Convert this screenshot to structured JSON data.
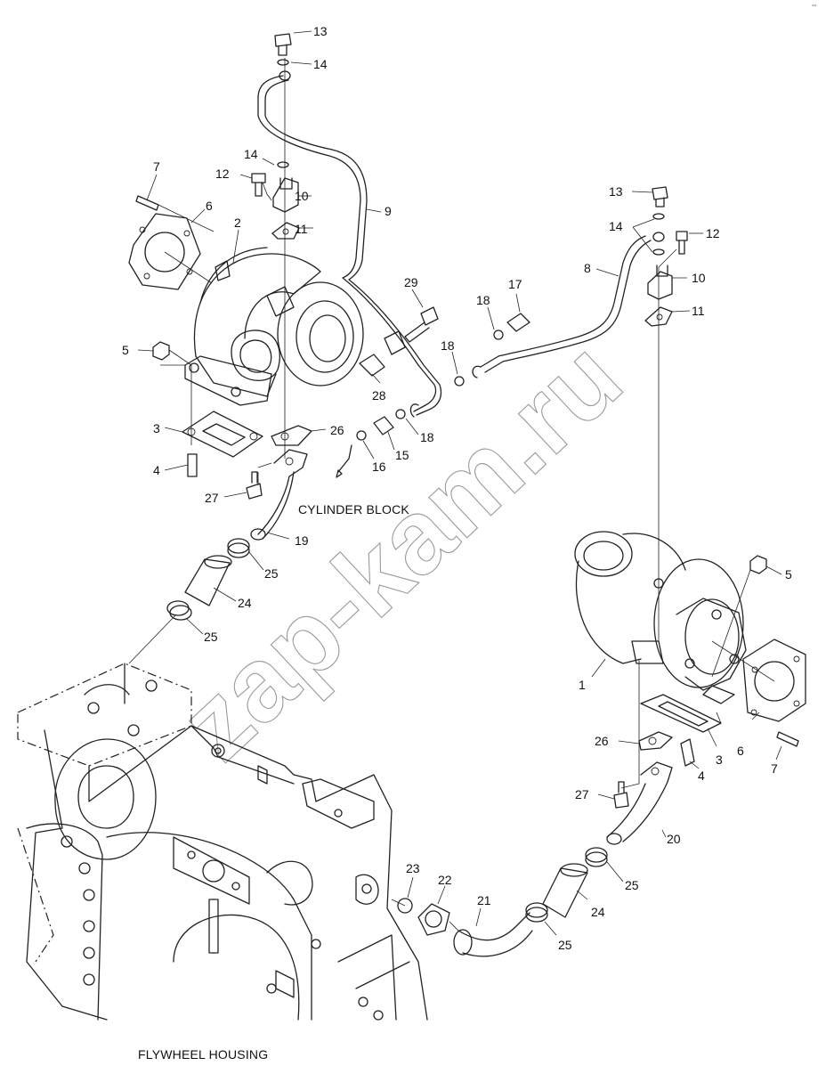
{
  "labels": {
    "cylinder_block": "CYLINDER BLOCK",
    "flywheel_housing": "FLYWHEEL HOUSING"
  },
  "watermark": "zap-kam.ru",
  "corner_mark": "°°",
  "callouts": [
    "13",
    "14",
    "14",
    "12",
    "10",
    "11",
    "9",
    "7",
    "6",
    "2",
    "5",
    "3",
    "4",
    "27",
    "26",
    "29",
    "28",
    "18",
    "15",
    "16",
    "18",
    "17",
    "18",
    "13",
    "14",
    "12",
    "8",
    "10",
    "11",
    "19",
    "25",
    "24",
    "25",
    "5",
    "1",
    "6",
    "7",
    "3",
    "4",
    "26",
    "27",
    "20",
    "25",
    "24",
    "25",
    "21",
    "22",
    "23"
  ]
}
